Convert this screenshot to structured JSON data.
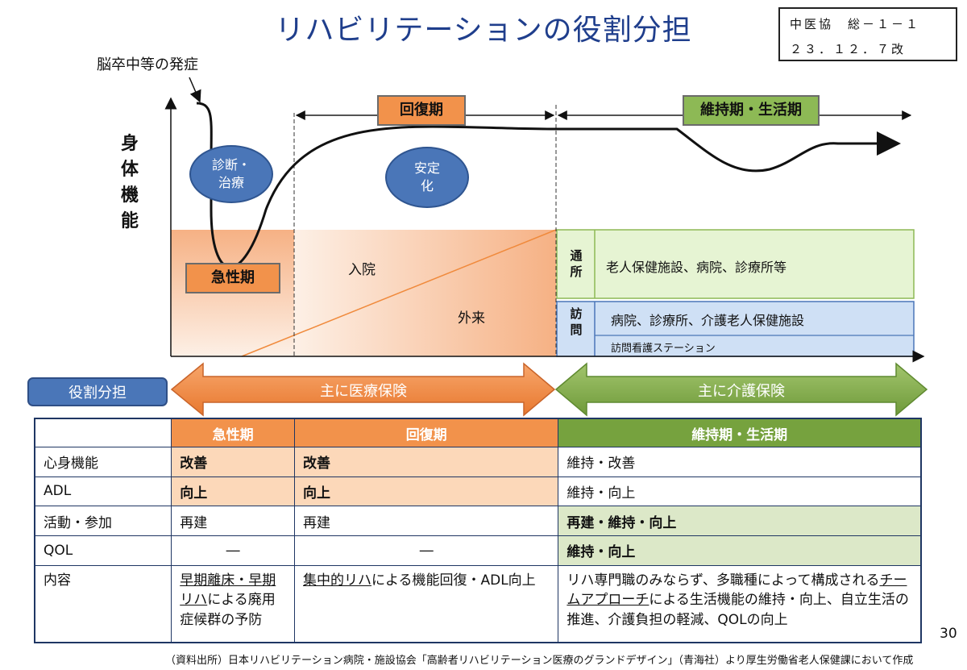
{
  "title": "リハビリテーションの役割分担",
  "ref_box": {
    "line1": "中医協　総－１－１",
    "line2": "２３．１２．７改"
  },
  "onset_label": "脳卒中等の発症",
  "y_axis_label": [
    "身",
    "体",
    "機",
    "能"
  ],
  "ellipses": {
    "diagnosis": "診断・\n治療",
    "stable": "安定\n化"
  },
  "phases": {
    "acute": "急性期",
    "recovery": "回復期",
    "maintenance": "維持期・生活期"
  },
  "zone_labels": {
    "inpatient": "入院",
    "outpatient": "外来"
  },
  "care": {
    "day_service_label": "通\n所",
    "day_service_text": "老人保健施設、病院、診療所等",
    "home_visit_label": "訪\n問",
    "home_visit_text": "病院、診療所、介護老人保健施設",
    "home_visit_station": "訪問看護ステーション"
  },
  "role_label": "役割分担",
  "arrows": {
    "medical": "主に医療保険",
    "care": "主に介護保険"
  },
  "table": {
    "headers": [
      "",
      "急性期",
      "回復期",
      "維持期・生活期"
    ],
    "rows": [
      {
        "label": "心身機能",
        "acute": "改善",
        "recovery": "改善",
        "maintenance": "維持・改善"
      },
      {
        "label": "ADL",
        "acute": "向上",
        "recovery": "向上",
        "maintenance": "維持・向上"
      },
      {
        "label": "活動・参加",
        "acute": "再建",
        "recovery": "再建",
        "maintenance": "再建・維持・向上"
      },
      {
        "label": "QOL",
        "acute": "―",
        "recovery": "―",
        "maintenance": "維持・向上"
      }
    ],
    "content": {
      "label": "内容",
      "acute_u1": "早期離床・早期",
      "acute_u2": "リハ",
      "acute_rest": "による廃用症候群の予防",
      "recovery_u": "集中的リハ",
      "recovery_rest": "による機能回復・ADL向上",
      "maint_pre": "リハ専門職のみならず、多職種によって構成される",
      "maint_u": "チームアプローチ",
      "maint_rest": "による生活機能の維持・向上、自立生活の推進、介護負担の軽減、QOLの向上"
    }
  },
  "page_number": "30",
  "source": "（資料出所）日本リハビリテーション病院・施設協会「高齢者リハビリテーション医療のグランドデザイン」（青海社）より厚生労働省老人保健課において作成",
  "colors": {
    "title_blue": "#1f3e8c",
    "orange": "#f2924b",
    "green": "#8db955",
    "blue": "#4a76b8"
  }
}
